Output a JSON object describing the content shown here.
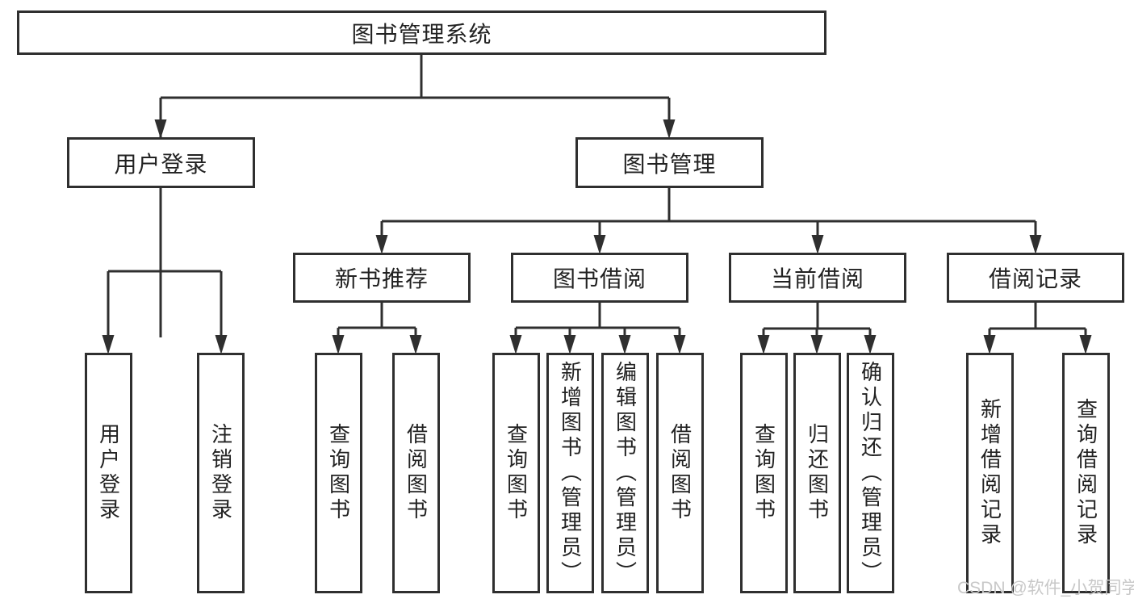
{
  "diagram": {
    "colors": {
      "line": "#2f2f2f",
      "box_border": "#2f2f2f",
      "text": "#222222",
      "background": "#ffffff",
      "watermark": "#c8c8c8"
    },
    "nodes": {
      "root": {
        "label": "图书管理系统"
      },
      "user_login": {
        "label": "用户登录"
      },
      "book_mgmt": {
        "label": "图书管理"
      },
      "new_book_rec": {
        "label": "新书推荐"
      },
      "book_borrow": {
        "label": "图书借阅"
      },
      "current_borrow": {
        "label": "当前借阅"
      },
      "borrow_record": {
        "label": "借阅记录"
      },
      "leaf_user_login": {
        "label": "用户登录"
      },
      "leaf_logout": {
        "label": "注销登录"
      },
      "leaf_nb_query": {
        "label": "查询图书"
      },
      "leaf_nb_borrow": {
        "label": "借阅图书"
      },
      "leaf_bb_query": {
        "label": "查询图书"
      },
      "leaf_bb_add": {
        "label": "新增图书（管理员）"
      },
      "leaf_bb_edit": {
        "label": "编辑图书（管理员）"
      },
      "leaf_bb_borrow": {
        "label": "借阅图书"
      },
      "leaf_cb_query": {
        "label": "查询图书"
      },
      "leaf_cb_return": {
        "label": "归还图书"
      },
      "leaf_cb_confirm": {
        "label": "确认归还（管理员）"
      },
      "leaf_br_add": {
        "label": "新增借阅记录"
      },
      "leaf_br_query": {
        "label": "查询借阅记录"
      }
    },
    "watermark": "CSDN @软件_小贺同学"
  }
}
